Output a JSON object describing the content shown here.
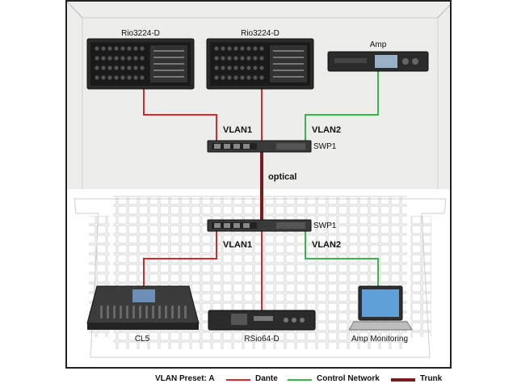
{
  "devices": {
    "rio_left": "Rio3224-D",
    "rio_right": "Rio3224-D",
    "amp": "Amp",
    "swp_upper": "SWP1",
    "swp_lower": "SWP1",
    "console": "CL5",
    "rsio": "RSio64-D",
    "laptop": "Amp Monitoring"
  },
  "links": {
    "vlan1_upper": "VLAN1",
    "vlan2_upper": "VLAN2",
    "optical": "optical",
    "vlan1_lower": "VLAN1",
    "vlan2_lower": "VLAN2"
  },
  "legend": {
    "preset": "VLAN Preset: A",
    "dante": "Dante",
    "control": "Control Network",
    "trunk": "Trunk"
  },
  "colors": {
    "dante": "#d42a2a",
    "control": "#39b54a",
    "trunk": "#7a1c1c",
    "stage": "#eeeeec"
  }
}
